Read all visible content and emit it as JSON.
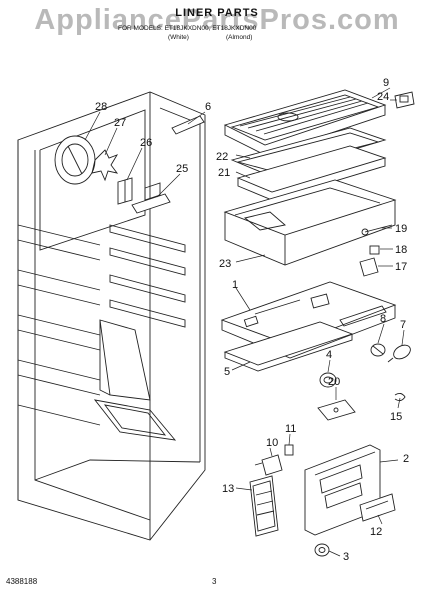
{
  "watermark": "AppliancePartsPros.com",
  "title": "LINER PARTS",
  "subtitle": {
    "models": "FOR MODELS: ET18JKXDN00, ET18JKXDN00",
    "color_white": "(White)",
    "color_almond": "(Almond)"
  },
  "callouts": [
    {
      "label": "28"
    },
    {
      "label": "27"
    },
    {
      "label": "26"
    },
    {
      "label": "25"
    },
    {
      "label": "6"
    },
    {
      "label": "9"
    },
    {
      "label": "24"
    },
    {
      "label": "22"
    },
    {
      "label": "21"
    },
    {
      "label": "23"
    },
    {
      "label": "19"
    },
    {
      "label": "18"
    },
    {
      "label": "17"
    },
    {
      "label": "1"
    },
    {
      "label": "8"
    },
    {
      "label": "7"
    },
    {
      "label": "5"
    },
    {
      "label": "4"
    },
    {
      "label": "20"
    },
    {
      "label": "15"
    },
    {
      "label": "10"
    },
    {
      "label": "11"
    },
    {
      "label": "2"
    },
    {
      "label": "13"
    },
    {
      "label": "3"
    },
    {
      "label": "12"
    }
  ],
  "footer": {
    "part_number": "4388188",
    "page_number": "3"
  }
}
